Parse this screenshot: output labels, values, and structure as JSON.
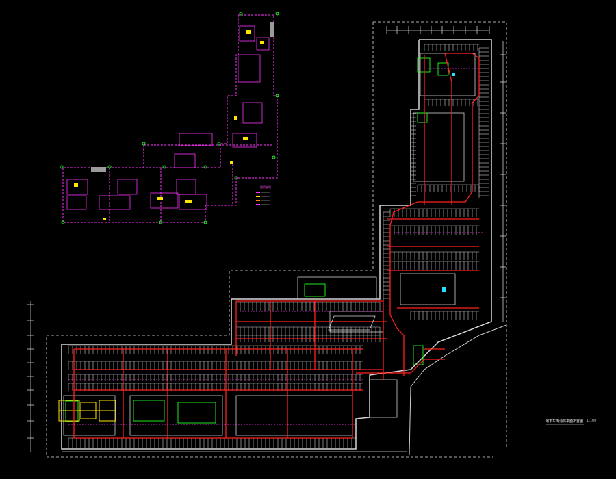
{
  "drawing": {
    "title": "地下车库消防平面布置图",
    "scale": "1:100",
    "legend_title": "图例说明"
  },
  "colors": {
    "background": "#000000",
    "walls": "#d8d8d8",
    "pipe_red": "#ff2020",
    "magenta": "#ff33ff",
    "green": "#22ff22",
    "yellow": "#ffe400",
    "cyan": "#22e0ff",
    "dashed_boundary": "#e0e0e0"
  }
}
